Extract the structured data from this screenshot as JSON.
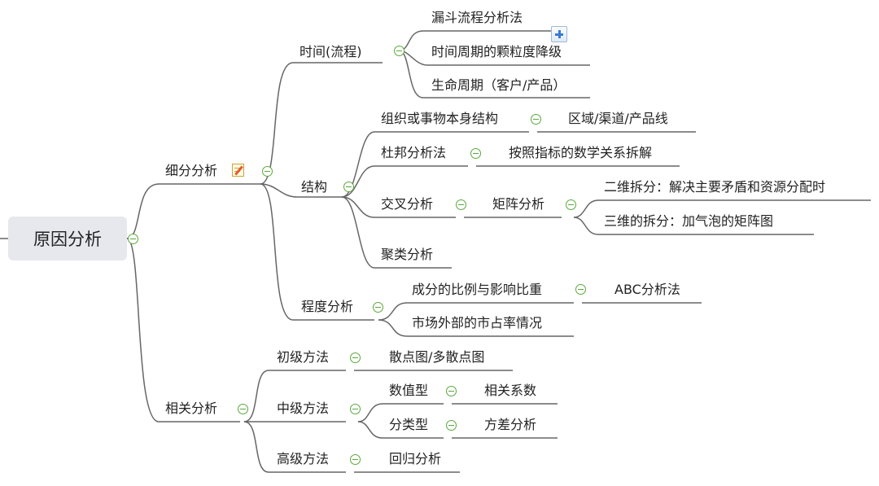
{
  "root": "原因分析",
  "branches": {
    "xifen": "细分分析",
    "xiangguan": "相关分析"
  },
  "time": {
    "label": "时间(流程)",
    "funnel": "漏斗流程分析法",
    "granularity": "时间周期的颗粒度降级",
    "lifecycle": "生命周期（客户/产品）"
  },
  "structure": {
    "label": "结构",
    "org": "组织或事物本身结构",
    "region": "区域/渠道/产品线",
    "dupont": "杜邦分析法",
    "decompose": "按照指标的数学关系拆解",
    "cross": "交叉分析",
    "matrix": "矩阵分析",
    "two_dim": "二维拆分：解决主要矛盾和资源分配时",
    "three_dim": "三维的拆分：加气泡的矩阵图",
    "cluster": "聚类分析"
  },
  "degree": {
    "label": "程度分析",
    "ratio": "成分的比例与影响比重",
    "abc": "ABC分析法",
    "market": "市场外部的市占率情况"
  },
  "correlation": {
    "basic": "初级方法",
    "scatter": "散点图/多散点图",
    "mid": "中级方法",
    "numeric": "数值型",
    "coef": "相关系数",
    "categorical": "分类型",
    "anova": "方差分析",
    "advanced": "高级方法",
    "regression": "回归分析"
  },
  "icons": {
    "collapse": "collapse-toggle-icon",
    "expand": "expand-plus-icon",
    "note": "note-icon"
  },
  "colors": {
    "line": "#666666",
    "toggle": "#5aa83c",
    "root_fill": "#e7e8ee"
  }
}
